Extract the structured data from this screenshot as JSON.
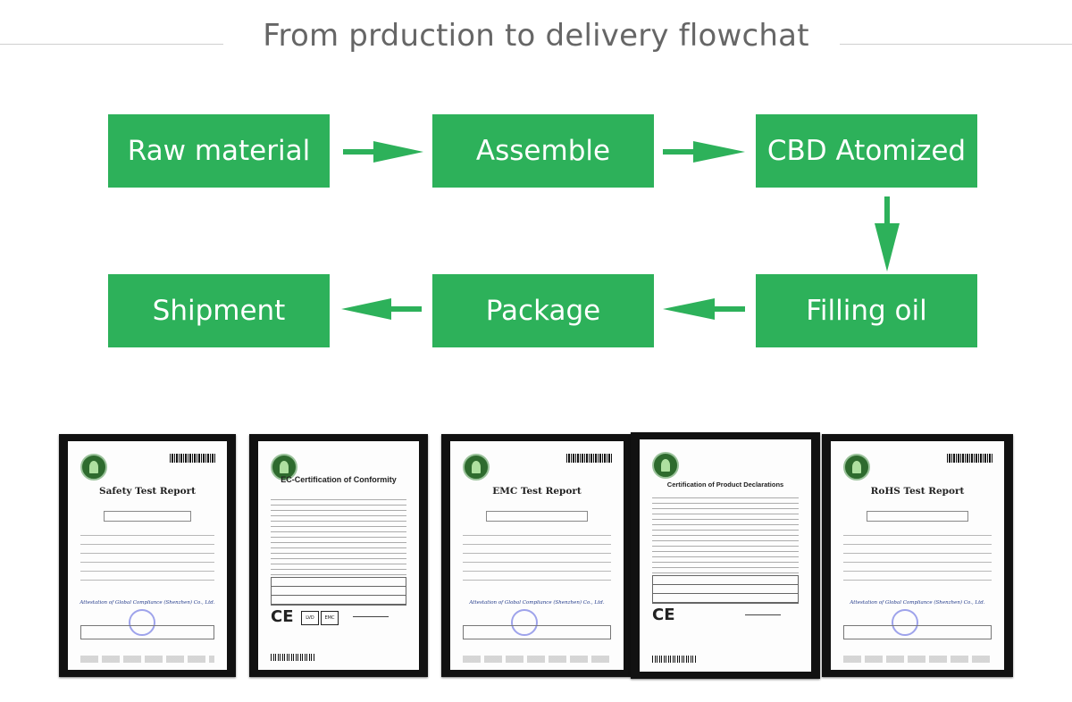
{
  "title": "From prduction to delivery flowchat",
  "colors": {
    "step_fill": "#2db15a",
    "arrow": "#2db15a",
    "title_text": "#666666"
  },
  "flow": {
    "steps": [
      {
        "id": "raw-material",
        "label": "Raw material"
      },
      {
        "id": "assemble",
        "label": "Assemble"
      },
      {
        "id": "cbd-atomized",
        "label": "CBD Atomized"
      },
      {
        "id": "filling-oil",
        "label": "Filling oil"
      },
      {
        "id": "package",
        "label": "Package"
      },
      {
        "id": "shipment",
        "label": "Shipment"
      }
    ],
    "edges": [
      [
        "raw-material",
        "assemble"
      ],
      [
        "assemble",
        "cbd-atomized"
      ],
      [
        "cbd-atomized",
        "filling-oil"
      ],
      [
        "filling-oil",
        "package"
      ],
      [
        "package",
        "shipment"
      ]
    ]
  },
  "certificates": [
    {
      "title": "Safety Test Report",
      "style": "report"
    },
    {
      "title": "EC-Certification of Conformity",
      "style": "ec"
    },
    {
      "title": "EMC Test Report",
      "style": "report"
    },
    {
      "title": "Certification of Product Declarations",
      "style": "ec"
    },
    {
      "title": "RoHS Test Report",
      "style": "report"
    }
  ],
  "cert_attestation": "Attestation of Global Compliance (Shenzhen) Co., Ltd.",
  "cert_marks": {
    "ce": "CE",
    "lvd": "LVD",
    "emc": "EMC"
  }
}
